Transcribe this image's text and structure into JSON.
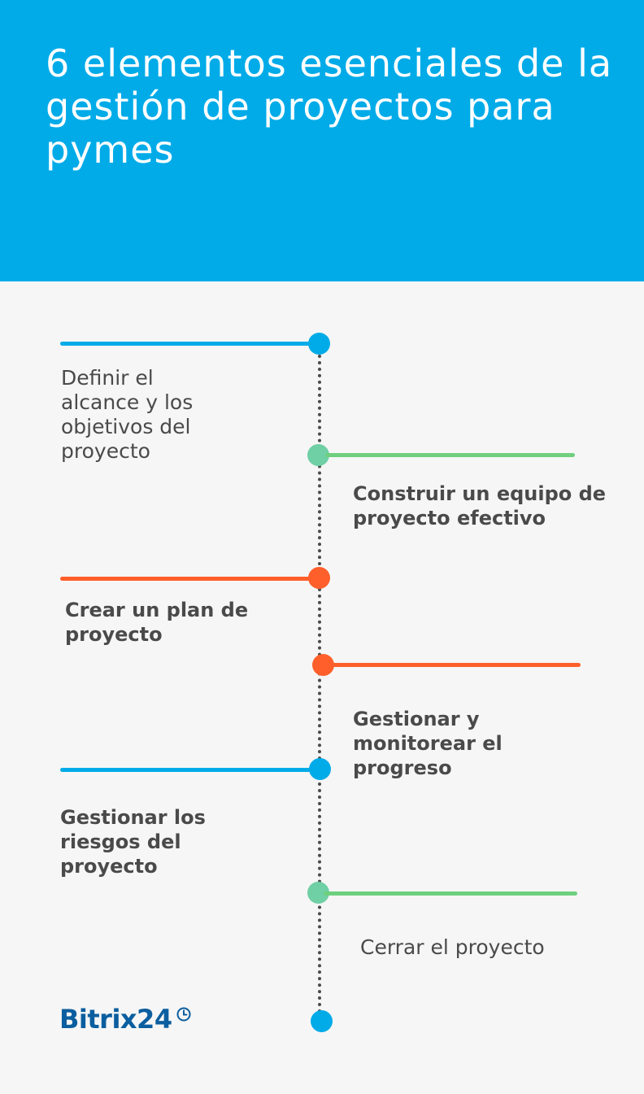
{
  "header": {
    "title": "6 elementos esenciales de la gestión de proyectos para pymes",
    "background_color": "#00abe8"
  },
  "timeline": {
    "items": [
      {
        "label": "Definir el alcance y los objetivos del proyecto",
        "side": "left",
        "color": "#00abe8"
      },
      {
        "label": "Construir un equipo de proyecto efectivo",
        "side": "right",
        "color": "#6fcf7f",
        "dot_color": "#6fcfa5"
      },
      {
        "label": "Crear un plan de proyecto",
        "side": "left",
        "color": "#ff5f2a"
      },
      {
        "label": "Gestionar y monitorear el progreso",
        "side": "right",
        "color": "#ff5f2a"
      },
      {
        "label": "Gestionar los riesgos del proyecto",
        "side": "left",
        "color": "#00abe8"
      },
      {
        "label": "Cerrar el proyecto",
        "side": "right",
        "color": "#6fcf7f",
        "dot_color": "#6fcfa5"
      }
    ],
    "end_dot_color": "#00abe8"
  },
  "footer": {
    "logo_text": "Bitrix24",
    "logo_icon": "clock-icon"
  }
}
